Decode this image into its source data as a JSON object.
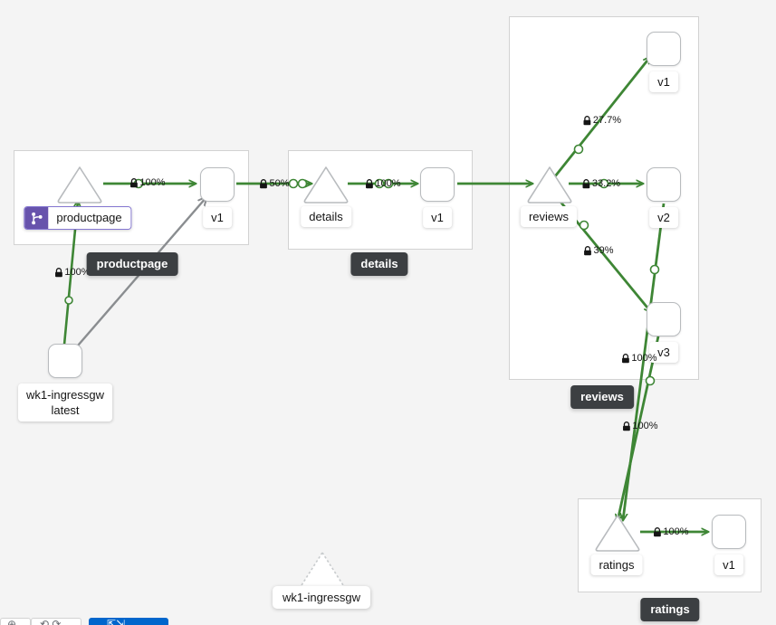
{
  "canvas": {
    "background_color": "#f4f4f4",
    "edge_color": "#3e8635",
    "edge_color_idle": "#8a8d90",
    "group_border_color": "#d2d2d2",
    "badge_color": "#6753ac"
  },
  "groups": [
    {
      "name": "productpage",
      "label": "productpage"
    },
    {
      "name": "details",
      "label": "details"
    },
    {
      "name": "reviews",
      "label": "reviews"
    },
    {
      "name": "ratings",
      "label": "ratings"
    }
  ],
  "nodes": [
    {
      "id": "ingressgw",
      "type": "workload",
      "label_line1": "wk1-ingressgw",
      "label_line2": "latest"
    },
    {
      "id": "productpage-svc",
      "type": "service",
      "label": "productpage",
      "has_virtual_service_badge": true
    },
    {
      "id": "productpage-v1",
      "type": "workload",
      "label": "v1"
    },
    {
      "id": "details-svc",
      "type": "service",
      "label": "details"
    },
    {
      "id": "details-v1",
      "type": "workload",
      "label": "v1"
    },
    {
      "id": "reviews-svc",
      "type": "service",
      "label": "reviews"
    },
    {
      "id": "reviews-v1",
      "type": "workload",
      "label": "v1"
    },
    {
      "id": "reviews-v2",
      "type": "workload",
      "label": "v2"
    },
    {
      "id": "reviews-v3",
      "type": "workload",
      "label": "v3"
    },
    {
      "id": "ratings-svc",
      "type": "service",
      "label": "ratings"
    },
    {
      "id": "ratings-v1",
      "type": "workload",
      "label": "v1"
    }
  ],
  "edges": [
    {
      "from": "ingressgw",
      "to": "productpage-svc",
      "label": "100%",
      "secure": true,
      "color": "green"
    },
    {
      "from": "ingressgw",
      "to": "productpage-v1",
      "label": "",
      "secure": false,
      "color": "gray"
    },
    {
      "from": "productpage-svc",
      "to": "productpage-v1",
      "label": "100%",
      "secure": true,
      "color": "green"
    },
    {
      "from": "productpage-v1",
      "to": "details-svc",
      "label": "50%",
      "secure": true,
      "color": "green"
    },
    {
      "from": "details-svc",
      "to": "details-v1",
      "label": "100%",
      "secure": true,
      "color": "green"
    },
    {
      "from": "details-v1",
      "to": "reviews-svc",
      "label": "",
      "secure": false,
      "color": "green"
    },
    {
      "from": "reviews-svc",
      "to": "reviews-v1",
      "label": "27.7%",
      "secure": true,
      "color": "green"
    },
    {
      "from": "reviews-svc",
      "to": "reviews-v2",
      "label": "33.2%",
      "secure": true,
      "color": "green"
    },
    {
      "from": "reviews-svc",
      "to": "reviews-v3",
      "label": "39%",
      "secure": true,
      "color": "green"
    },
    {
      "from": "reviews-v2",
      "to": "ratings-svc",
      "label": "100%",
      "secure": true,
      "color": "green"
    },
    {
      "from": "reviews-v3",
      "to": "ratings-svc",
      "label": "100%",
      "secure": true,
      "color": "green"
    },
    {
      "from": "ratings-svc",
      "to": "ratings-v1",
      "label": "100%",
      "secure": true,
      "color": "green"
    }
  ],
  "edge_labels": {
    "ingress_to_productpage": "100%",
    "productpage_svc_to_v1": "100%",
    "productpage_v1_to_details": "50%",
    "details_svc_to_v1": "100%",
    "reviews_to_v1": "27.7%",
    "reviews_to_v2": "33.2%",
    "reviews_to_v3": "39%",
    "reviews_v3_to_ratings": "100%",
    "reviews_v2_to_ratings": "100%",
    "ratings_svc_to_v1": "100%"
  },
  "tooltips": [
    {
      "name": "productpage",
      "text": "productpage"
    },
    {
      "name": "details",
      "text": "details"
    },
    {
      "name": "reviews",
      "text": "reviews"
    },
    {
      "name": "ratings",
      "text": "ratings"
    }
  ],
  "drag_ghost": {
    "label": "wk1-ingressgw"
  },
  "node_labels": {
    "ingressgw_line1": "wk1-ingressgw",
    "ingressgw_line2": "latest",
    "productpage_service": "productpage",
    "productpage_v1": "v1",
    "details_service": "details",
    "details_v1": "v1",
    "reviews_service": "reviews",
    "reviews_v1": "v1",
    "reviews_v2": "v2",
    "reviews_v3": "v3",
    "ratings_service": "ratings",
    "ratings_v1": "v1"
  },
  "group_labels": {
    "productpage": "productpage",
    "details": "details",
    "reviews": "reviews",
    "ratings": "ratings"
  }
}
